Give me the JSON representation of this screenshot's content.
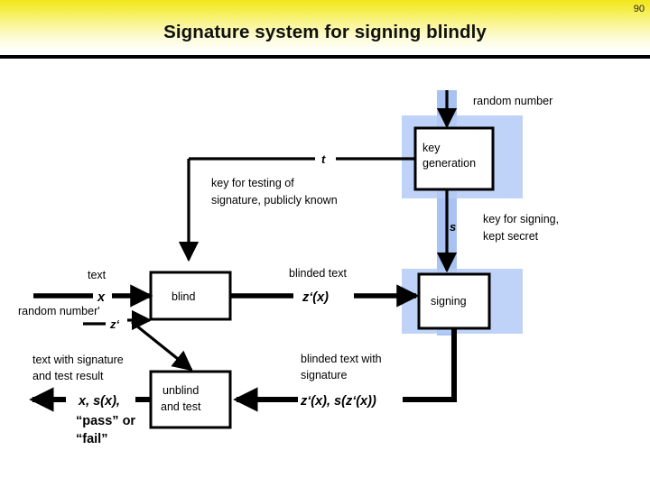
{
  "slide": {
    "title": "Signature system for signing blindly",
    "page_number": "90",
    "header_gradient_from": "#f2e61a",
    "header_gradient_to": "#ffffff",
    "rule_color": "#000000"
  },
  "colors": {
    "band_blue": "#a9c2f2",
    "panel_blue": "#bfd2f7",
    "box_fill": "#ffffff",
    "stroke": "#000000",
    "text": "#000000"
  },
  "diagram": {
    "boxes": [
      {
        "id": "key-generation",
        "label_line1": "key",
        "label_line2": "generation"
      },
      {
        "id": "signing",
        "label_line1": "signing",
        "label_line2": ""
      },
      {
        "id": "blind",
        "label_line1": "blind",
        "label_line2": ""
      },
      {
        "id": "unblind-and-test",
        "label_line1": "unblind",
        "label_line2": "and test"
      }
    ],
    "annotations": {
      "random_number": "random number",
      "key_for_testing_line1": "key for testing of",
      "key_for_testing_line2": "signature, publicly known",
      "key_for_signing_line1": "key for signing,",
      "key_for_signing_line2": "kept secret",
      "text": "text",
      "random_number_prime": "random number'",
      "blinded_text": "blinded text",
      "blinded_text_with_signature_line1": "blinded text with",
      "blinded_text_with_signature_line2": "signature",
      "text_with_signature_line1": "text with signature",
      "text_with_signature_line2": "and test result"
    },
    "symbols": {
      "t": "t",
      "s": "s",
      "x": "x",
      "z_prime": "z‘",
      "blinded": "z‘(x)",
      "blinded_signed": "z‘(x), s(z‘(x))",
      "output_signed": "x, s(x),",
      "output_result_line1": "“pass” or",
      "output_result_line2": "“fail”"
    }
  }
}
